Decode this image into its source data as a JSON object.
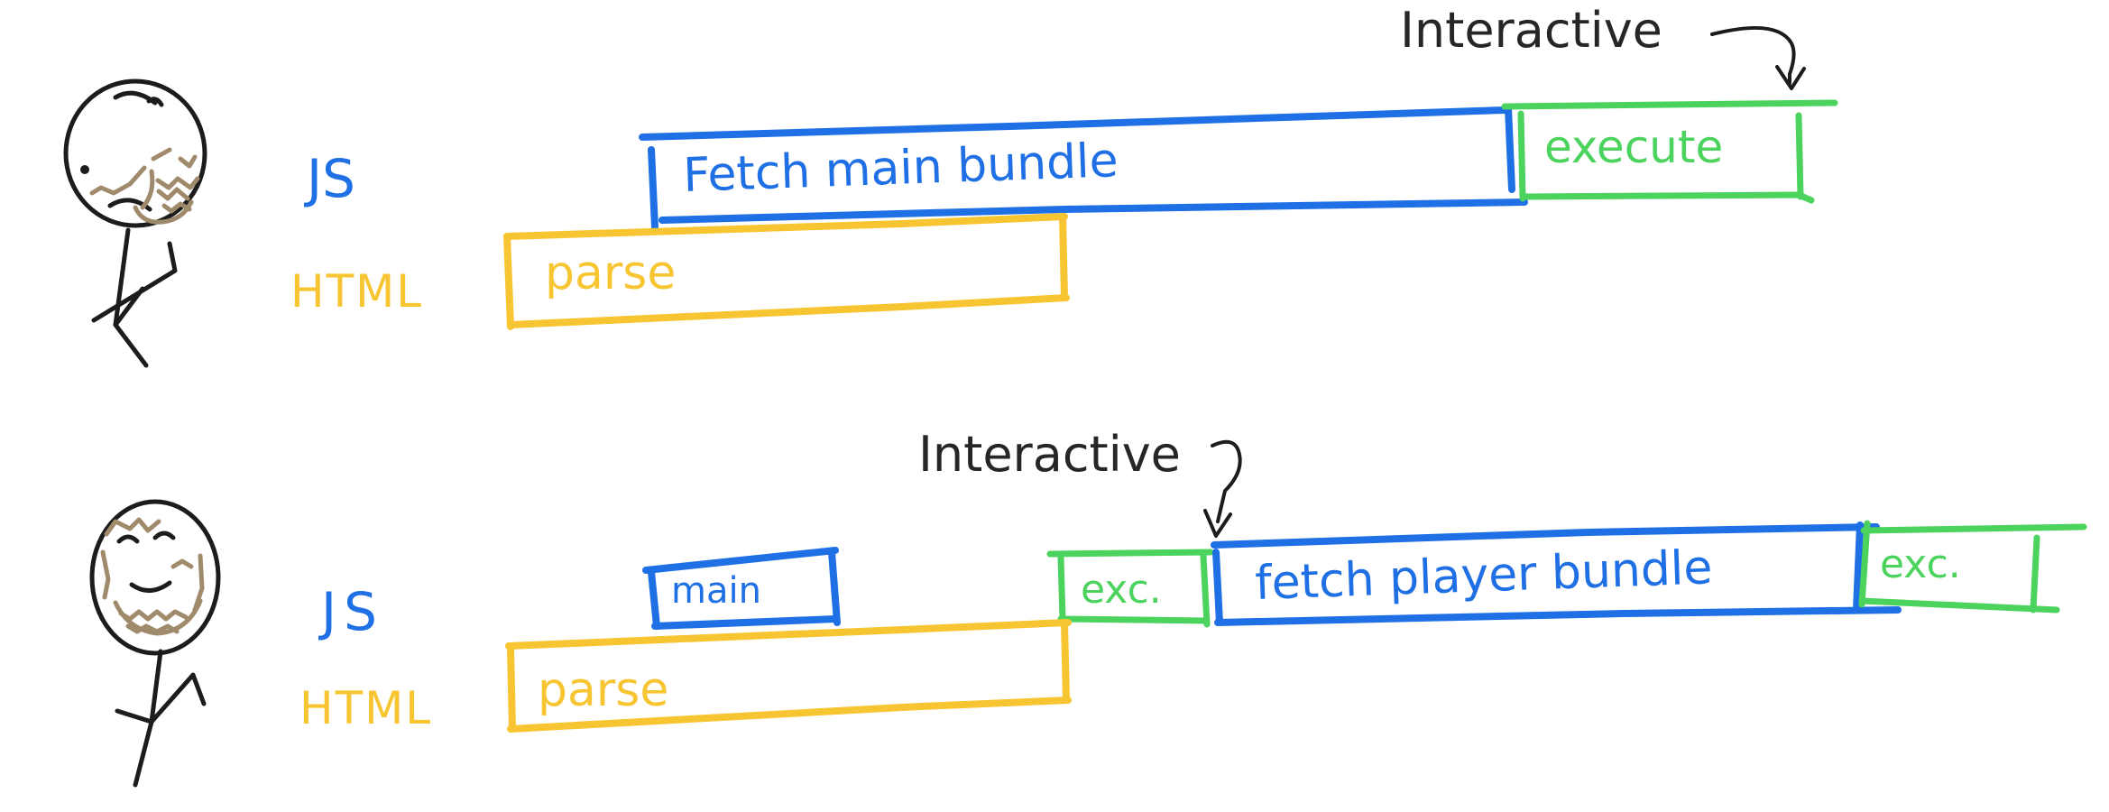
{
  "colors": {
    "js": "#1f6fe5",
    "html": "#f8c532",
    "execute": "#4cd35e",
    "ink": "#1c1c1c",
    "beard": "#a08a6c"
  },
  "top": {
    "row_js_label": "JS",
    "row_html_label": "HTML",
    "fetch_label": "Fetch main bundle",
    "execute_label": "execute",
    "parse_label": "parse",
    "interactive_label": "Interactive",
    "person_face": "frowning-face-icon"
  },
  "bottom": {
    "row_js_label": "JS",
    "row_html_label": "HTML",
    "main_label": "main",
    "exc1_label": "exc.",
    "fetch_label": "fetch player bundle",
    "exc2_label": "exc.",
    "parse_label": "parse",
    "interactive_label": "Interactive",
    "person_face": "smiling-face-icon"
  }
}
